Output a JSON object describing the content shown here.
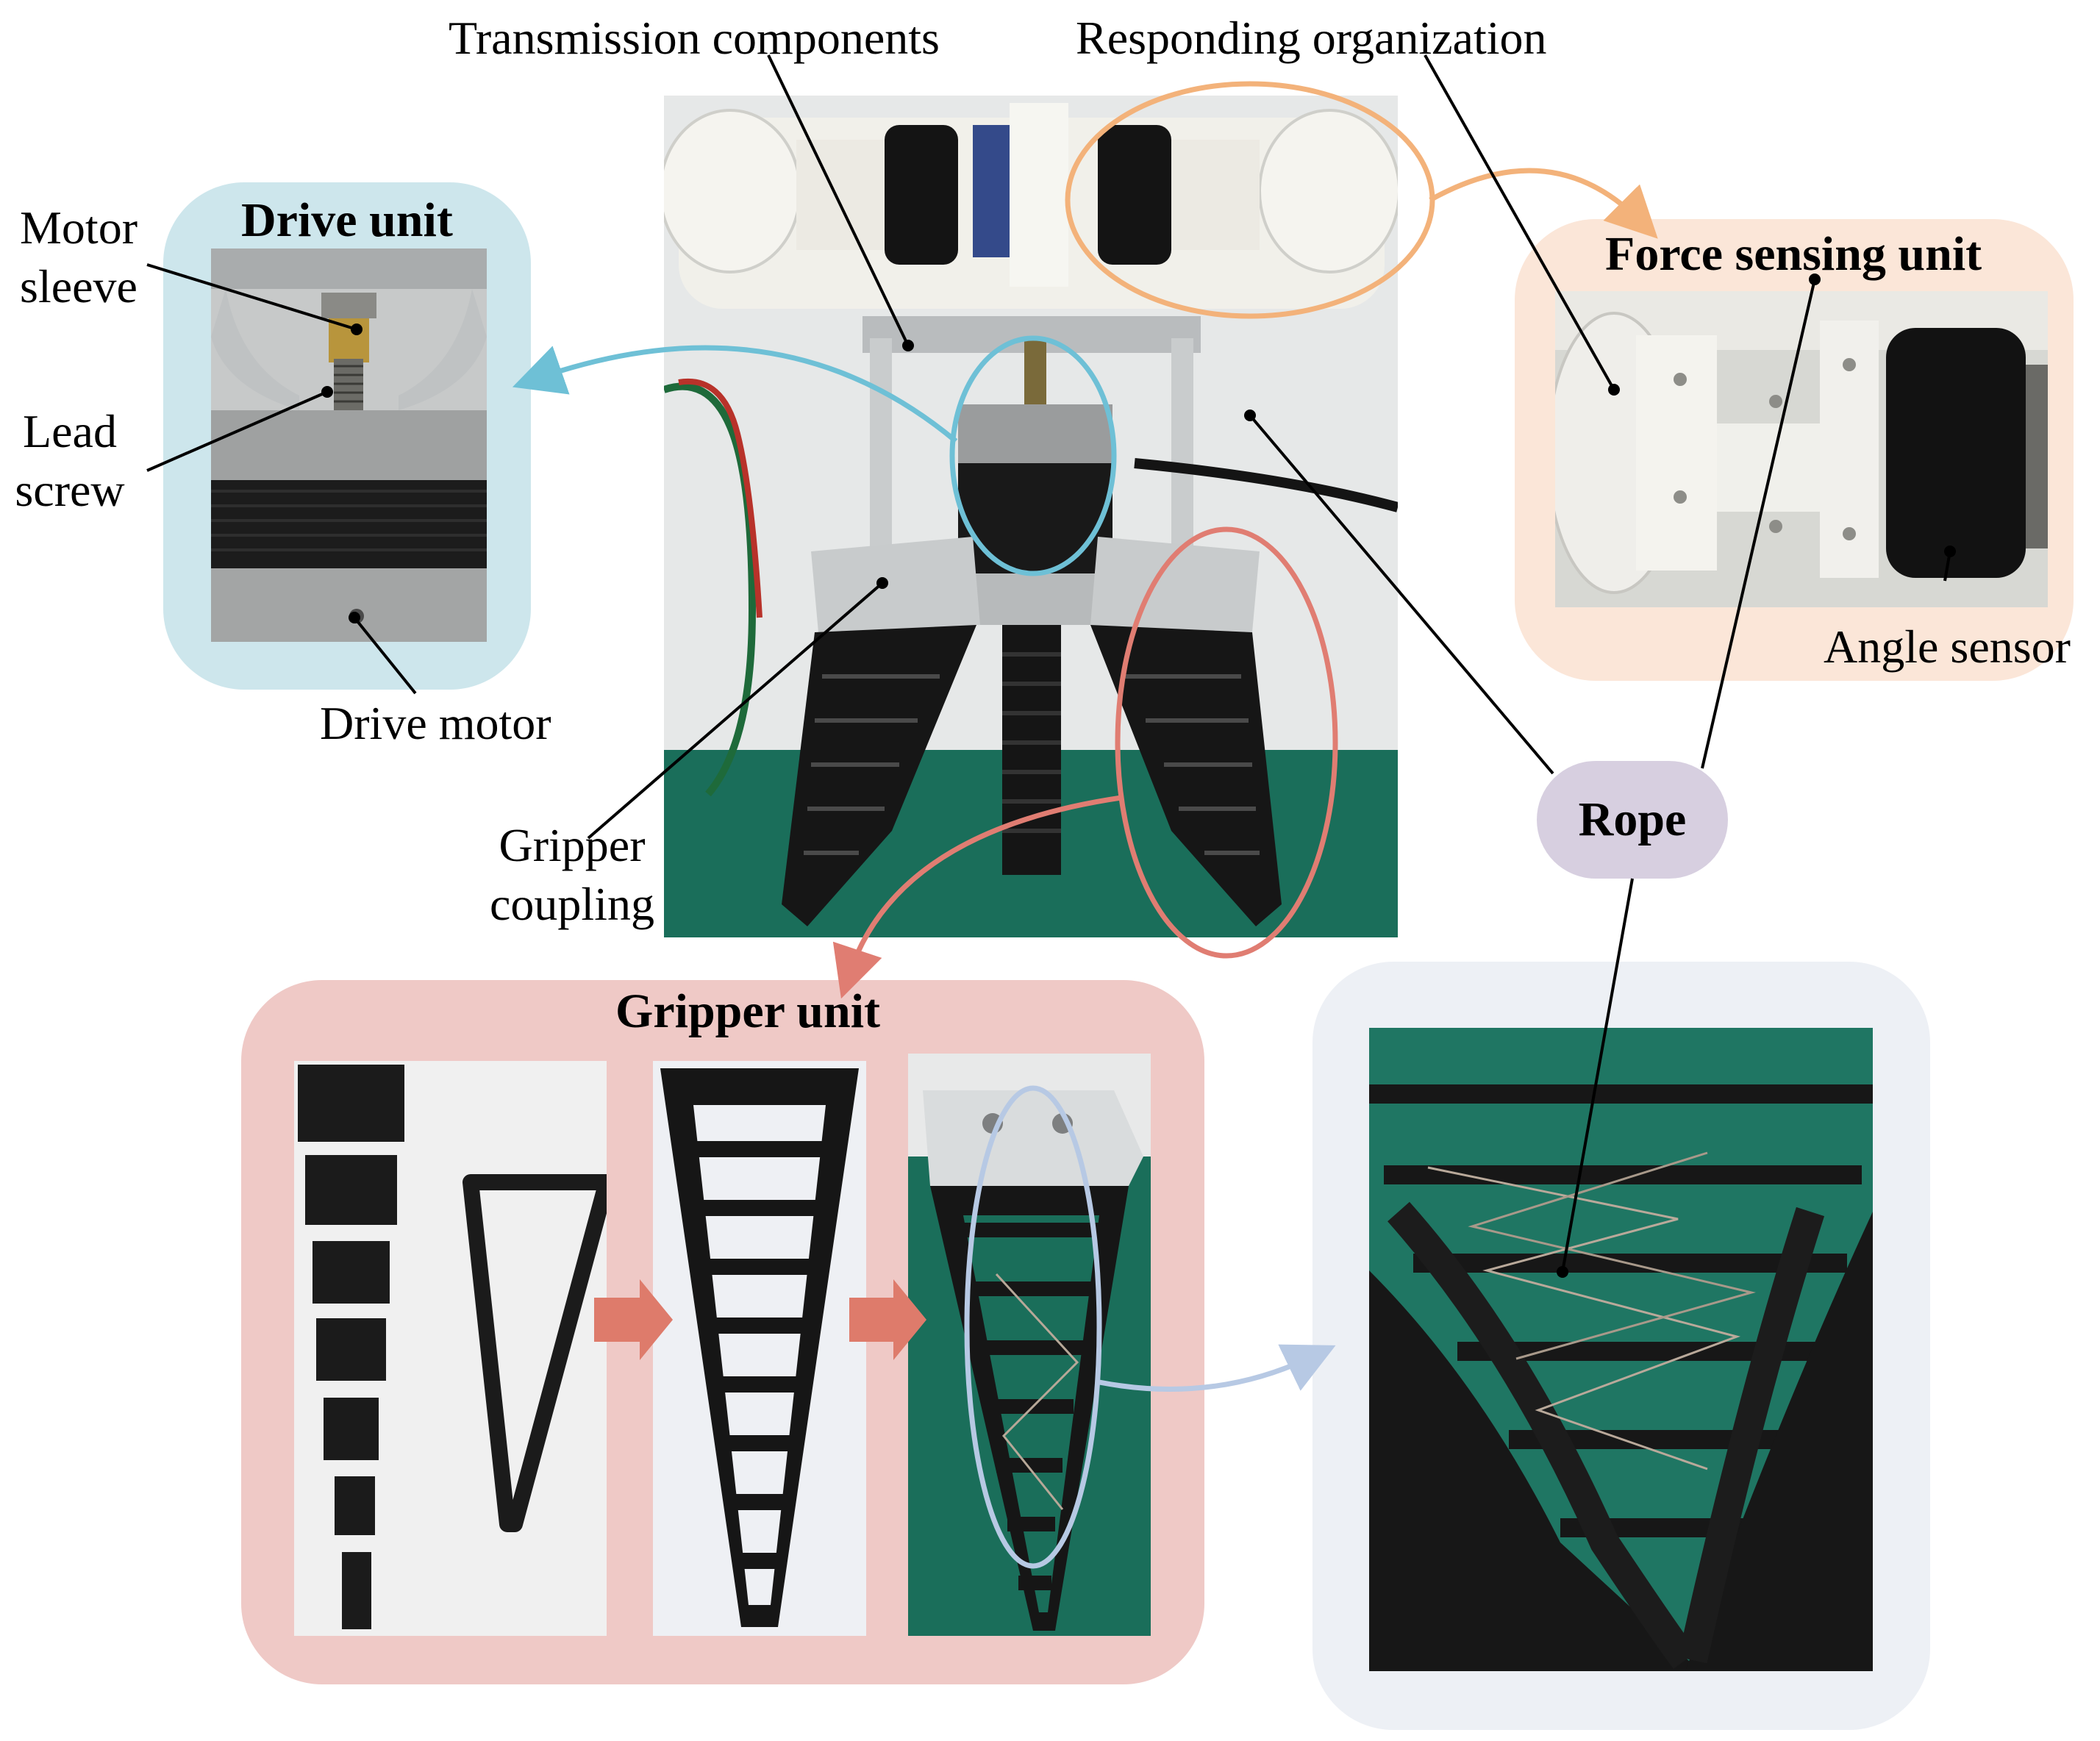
{
  "labels": {
    "transmission_components": "Transmission components",
    "responding_organization": "Responding organization",
    "motor_sleeve_1": "Motor",
    "motor_sleeve_2": "sleeve",
    "lead_screw_1": "Lead",
    "lead_screw_2": "screw",
    "drive_motor": "Drive motor",
    "gripper_coupling_1": "Gripper",
    "gripper_coupling_2": "coupling",
    "angle_sensor": "Angle sensor",
    "rope": "Rope"
  },
  "titles": {
    "drive_unit": "Drive unit",
    "force_sensing_unit": "Force sensing unit",
    "gripper_unit": "Gripper unit"
  },
  "colors": {
    "drive_panel": "#cde6ec",
    "force_panel": "#fbe6d8",
    "gripper_panel": "#efc9c6",
    "zoom_panel": "#edf0f5",
    "blue_highlight": "#6ec0d6",
    "orange_highlight": "#f3b27a",
    "red_highlight": "#e07d72",
    "lavender_highlight": "#b7c9e4",
    "rope_pill": "#d7cfe0",
    "green_backdrop": "#1a6e5a",
    "black_printed_part": "#1b1b1b"
  }
}
